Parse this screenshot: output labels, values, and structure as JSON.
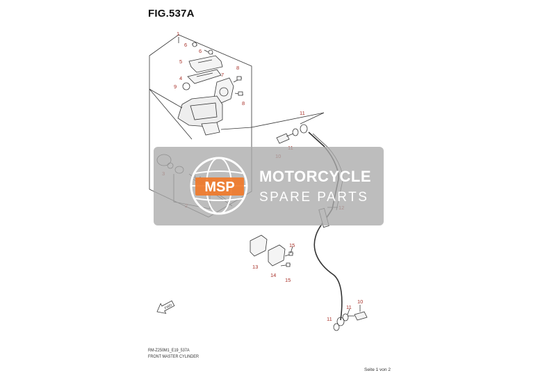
{
  "figure": {
    "title": "FIG.537A",
    "code": "RM-Z250M1_E19_537A",
    "caption": "FRONT MASTER CYLINDER",
    "page_indicator": "Seite 1 von 2"
  },
  "watermark": {
    "logo_text": "MSP",
    "line1": "MOTORCYCLE",
    "line2": "SPARE PARTS"
  },
  "callouts": {
    "c1": "1",
    "c2": "2",
    "c3": "3",
    "c4": "4",
    "c5": "5",
    "c6a": "6",
    "c6b": "6",
    "c7": "7",
    "c8a": "8",
    "c8b": "8",
    "c9": "9",
    "c10a": "10",
    "c10b": "10",
    "c11a": "11",
    "c11b": "11",
    "c11c": "11",
    "c11d": "11",
    "c12": "12",
    "c13": "13",
    "c14": "14",
    "c15a": "15",
    "c15b": "15"
  },
  "direction_marker": "FWD",
  "colors": {
    "callout_red": "#a8322a",
    "callout_dark": "#444444",
    "line": "#333333",
    "watermark_bg": "#aaaaaa",
    "logo_orange": "#f07a2a"
  }
}
